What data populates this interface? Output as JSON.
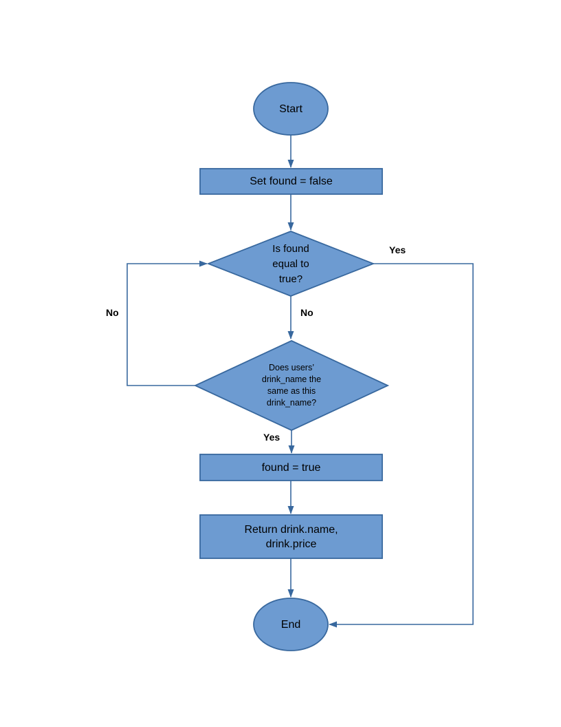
{
  "diagram": {
    "type": "flowchart",
    "colors": {
      "shape_fill": "#6d9bd1",
      "shape_border": "#38689e",
      "connector": "#38689e",
      "label_text": "#000000"
    },
    "nodes": {
      "start": {
        "shape": "ellipse",
        "label": "Start"
      },
      "set_found": {
        "shape": "rectangle",
        "label": "Set found = false"
      },
      "is_found": {
        "shape": "diamond",
        "label": "Is found\nequal to\ntrue?"
      },
      "drink_check": {
        "shape": "diamond",
        "label": "Does users’\ndrink_name the\nsame as this\ndrink_name?"
      },
      "found_true": {
        "shape": "rectangle",
        "label": "found = true"
      },
      "return_drink": {
        "shape": "rectangle",
        "label": "Return drink.name,\ndrink.price"
      },
      "end": {
        "shape": "ellipse",
        "label": "End"
      }
    },
    "edge_labels": {
      "yes_right": "Yes",
      "no_down": "No",
      "no_left": "No",
      "yes_down": "Yes"
    }
  }
}
